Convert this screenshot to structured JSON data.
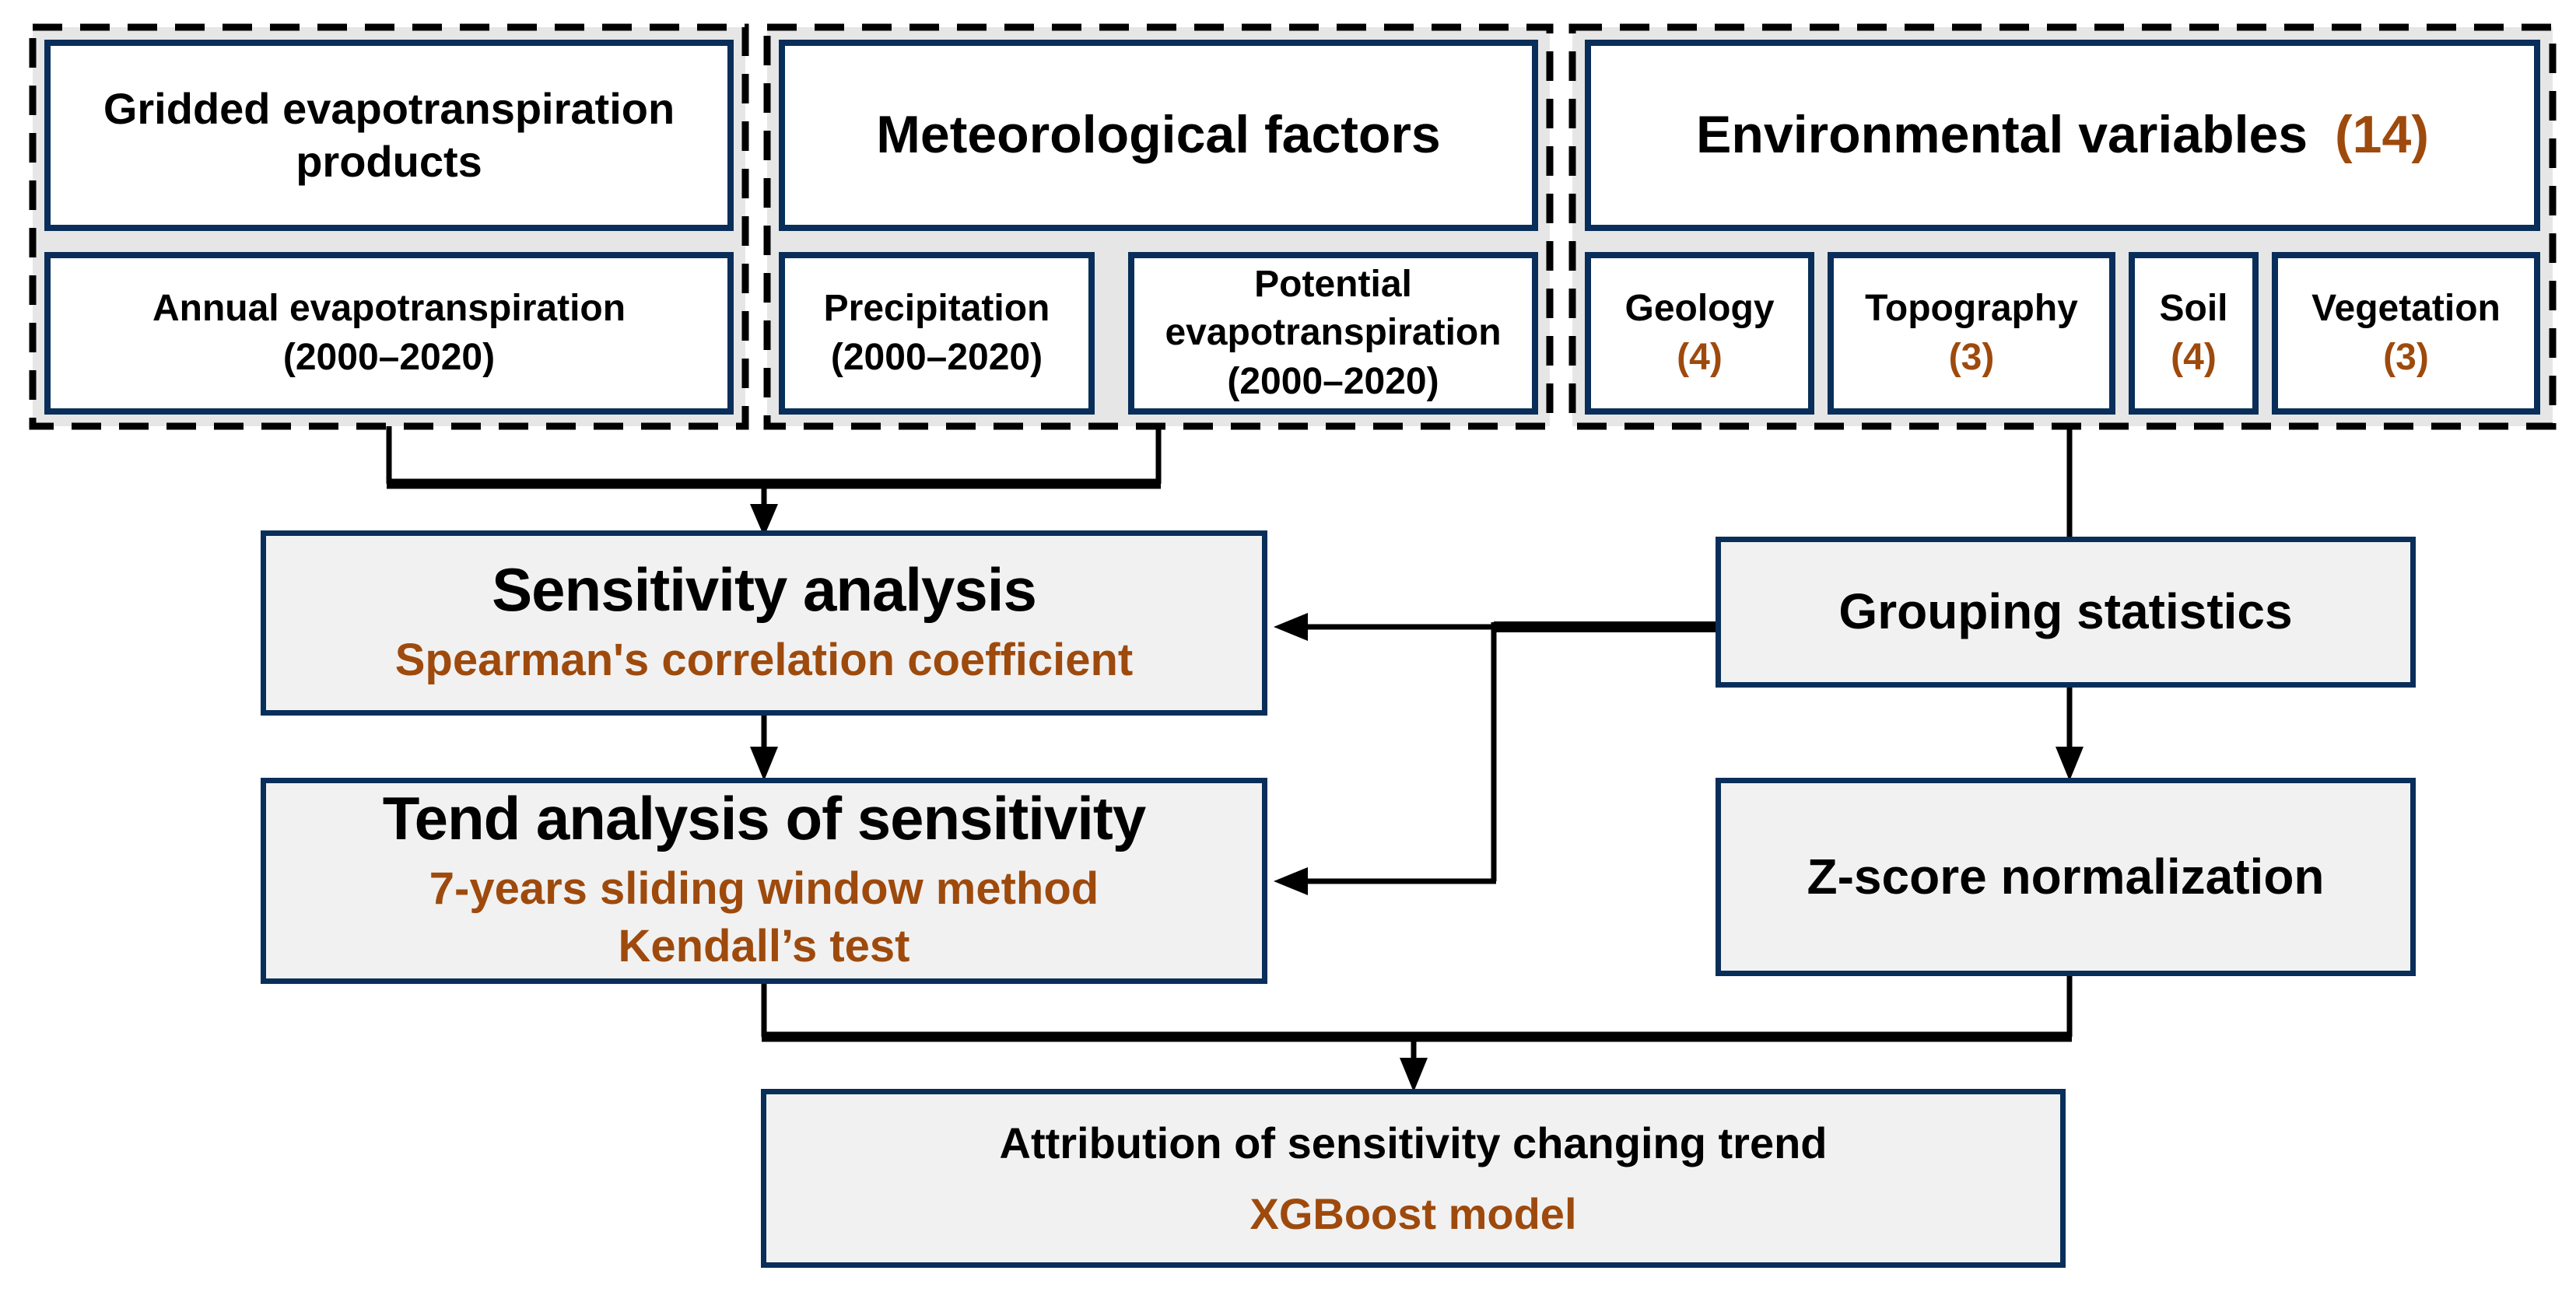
{
  "figure": {
    "type": "methodology-flowchart",
    "colors": {
      "navy_border": "#082e59",
      "accent_orange": "#9e4a0d",
      "group_background": "#e6e6e6",
      "process_background": "#f1f1f1",
      "line_black": "#000000",
      "box_background": "#ffffff"
    }
  },
  "groups": [
    {
      "name": "gridded-evapotranspiration-products",
      "header_lines": [
        "Gridded evapotranspiration",
        "products"
      ],
      "boxes": [
        {
          "lines": [
            "Annual evapotranspiration",
            "(2000–2020)"
          ]
        }
      ]
    },
    {
      "name": "meteorological-factors",
      "header_lines": [
        "Meteorological factors"
      ],
      "boxes": [
        {
          "lines": [
            "Precipitation",
            "(2000–2020)"
          ]
        },
        {
          "lines": [
            "Potential",
            "evapotranspiration",
            "(2000–2020)"
          ]
        }
      ]
    },
    {
      "name": "environmental-variables",
      "header_text": "Environmental variables",
      "header_count": "(14)",
      "boxes": [
        {
          "label": "Geology",
          "count": "(4)"
        },
        {
          "label": "Topography",
          "count": "(3)"
        },
        {
          "label": "Soil",
          "count": "(4)"
        },
        {
          "label": "Vegetation",
          "count": "(3)"
        }
      ]
    }
  ],
  "process_boxes": {
    "sensitivity_analysis": {
      "title": "Sensitivity analysis",
      "subtitle": "Spearman's correlation coefficient"
    },
    "trend_analysis": {
      "title": "Tend analysis of sensitivity",
      "subtitle_line1": "7-years sliding window method",
      "subtitle_line2": "Kendall’s test"
    },
    "grouping_statistics": {
      "title": "Grouping statistics"
    },
    "zscore_normalization": {
      "title": "Z-score normalization"
    },
    "attribution": {
      "title": "Attribution of sensitivity changing trend",
      "subtitle": "XGBoost model"
    }
  }
}
